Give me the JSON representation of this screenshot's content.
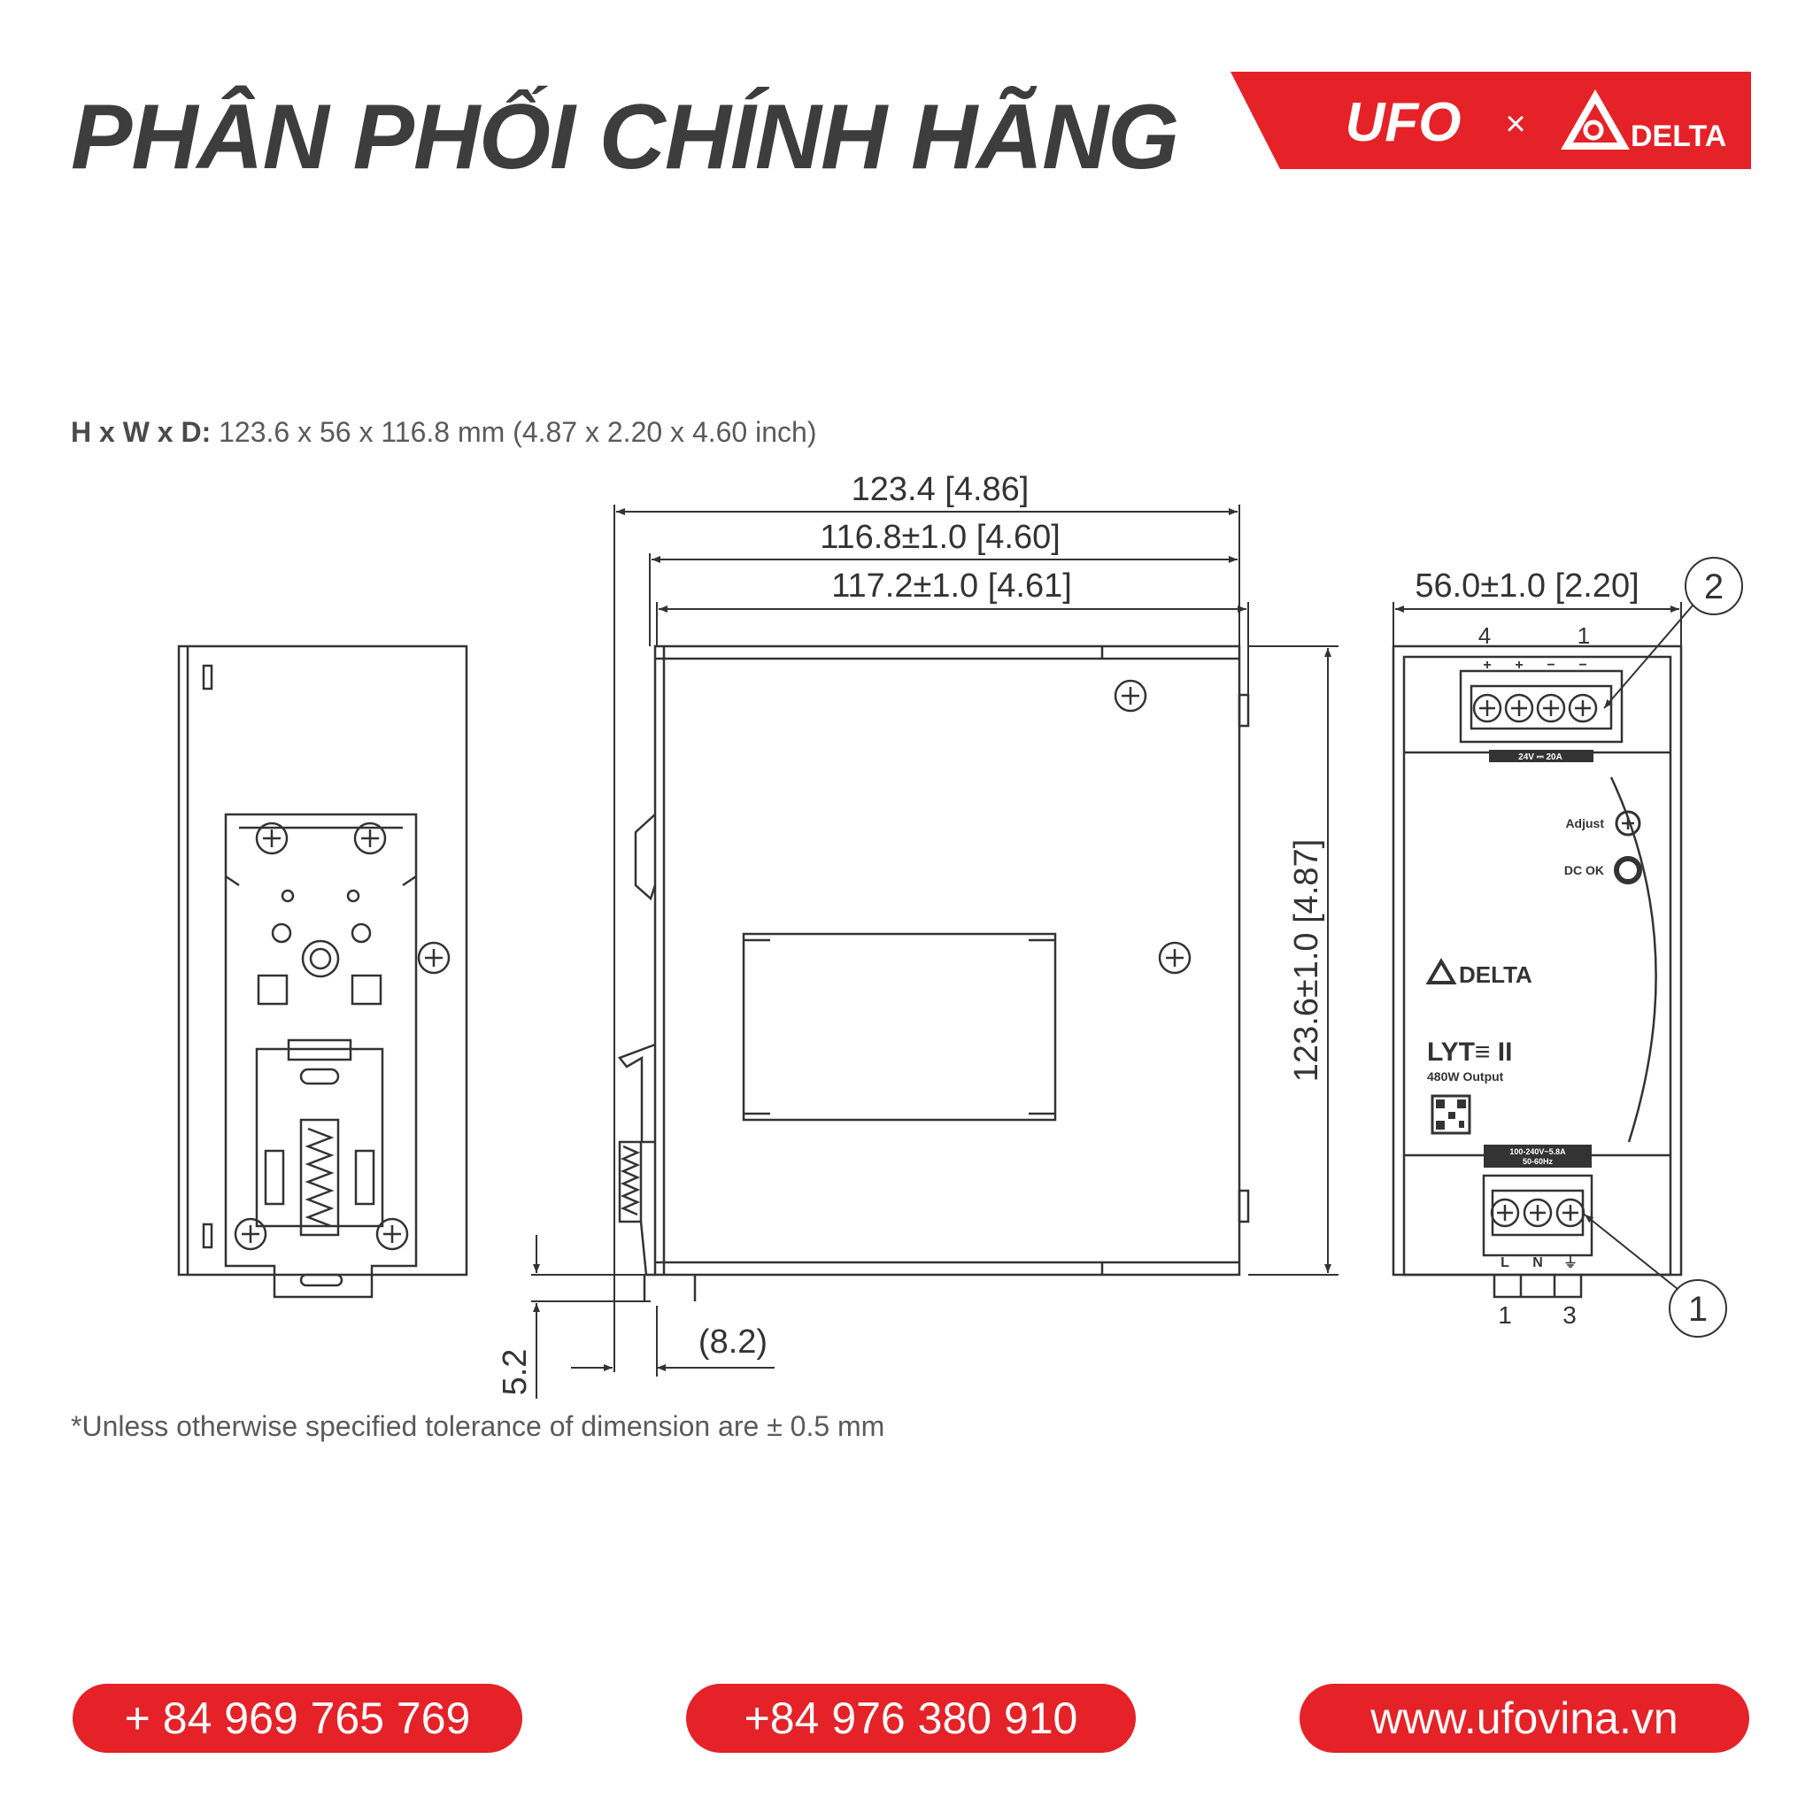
{
  "header": {
    "headline": "PHÂN PHỐI CHÍNH HÃNG",
    "brand_ufo": "UFO",
    "brand_times": "×",
    "brand_delta": "DELTA",
    "brand_color": "#e42228"
  },
  "specs": {
    "label": "H x W x D:",
    "value": "123.6 x 56 x 116.8 mm (4.87 x 2.20 x 4.60 inch)"
  },
  "dimensions": {
    "overall_depth": "123.4  [4.86]",
    "body_depth": "116.8±1.0  [4.60]",
    "case_depth": "117.2±1.0  [4.61]",
    "height": "123.6±1.0  [4.87]",
    "width": "56.0±1.0  [2.20]",
    "rail_offset": "5.2",
    "rail_clip": "(8.2)"
  },
  "front_panel": {
    "output_terminal_numbers": [
      "4",
      "1"
    ],
    "output_polarity": [
      "+",
      "+",
      "−",
      "−"
    ],
    "output_rating": "24V ⎓ 20A",
    "adjust_label": "Adjust",
    "dc_ok_label": "DC OK",
    "logo_text": "DELTA",
    "model": "LYT≡ II",
    "output_power": "480W Output",
    "input_rating_line1": "100-240V~5.8A",
    "input_rating_line2": "50-60Hz",
    "input_labels": [
      "L",
      "N",
      "⏚"
    ],
    "input_terminal_numbers": [
      "1",
      "3"
    ],
    "callout_output": "2",
    "callout_input": "1"
  },
  "footnote": "*Unless otherwise specified tolerance of dimension are ± 0.5 mm",
  "contacts": {
    "phone1": "+ 84 969 765 769",
    "phone2": "+84 976 380 910",
    "website": "www.ufovina.vn"
  }
}
